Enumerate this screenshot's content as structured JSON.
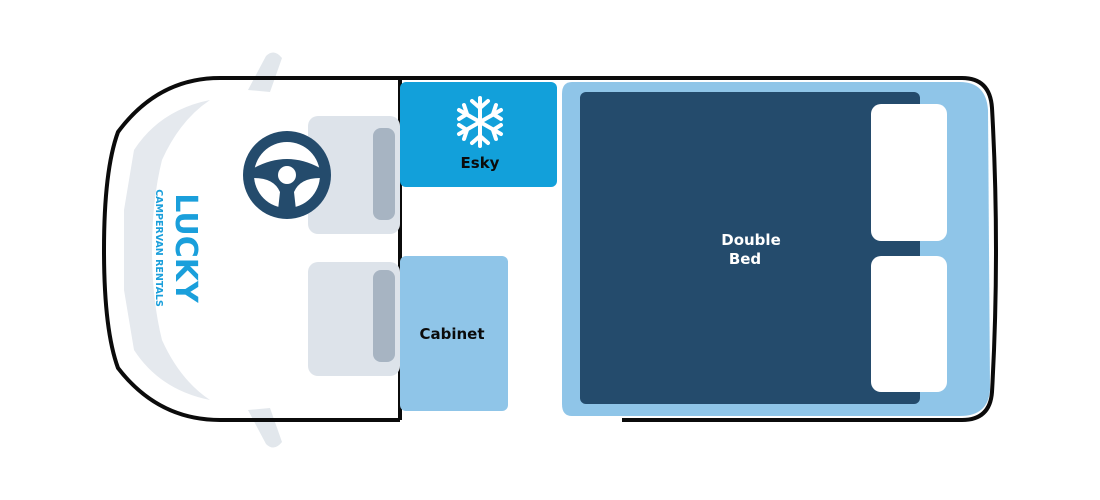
{
  "layout": {
    "esky_label": "Esky",
    "cabinet_label": "Cabinet",
    "bed_label_line1": "Double",
    "bed_label_line2": "Bed",
    "logo_main": "LUCKY",
    "logo_sub": "CAMPERVAN RENTALS"
  },
  "colors": {
    "outline": "#0b0b0b",
    "bed_dark": "#244b6c",
    "bed_light": "#8fc5e8",
    "esky": "#12a0da",
    "cabinet": "#8fc5e8",
    "seat": "#dde3ea",
    "seat_back": "#a7b4c2",
    "windshield": "#e5e9ee",
    "logo": "#1a9fdb",
    "steering_wheel": "#244b6c"
  },
  "icons": {
    "esky": "snowflake-icon",
    "steering": "steering-wheel-icon"
  }
}
